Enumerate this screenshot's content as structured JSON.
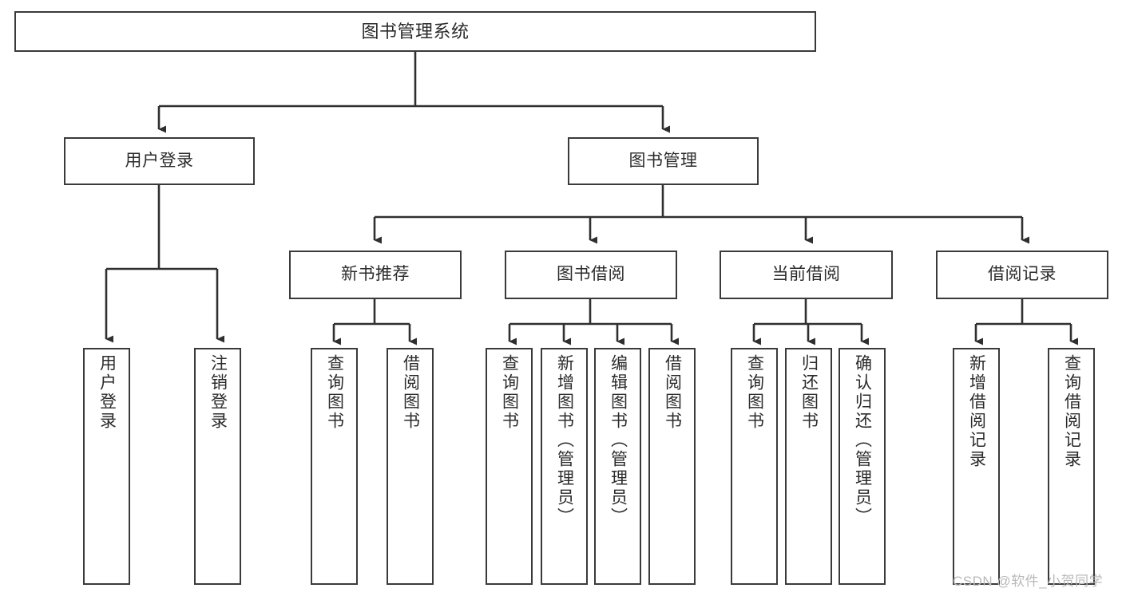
{
  "diagram": {
    "title": "图书管理系统",
    "type": "function-structure-tree",
    "colors": {
      "box_border": "#3a3a3a",
      "box_fill": "#ffffff",
      "text": "#2b2b2b",
      "edge": "#2f2f2f",
      "watermark": "#b9b9b9",
      "background": "#ffffff"
    },
    "root": {
      "label": "图书管理系统"
    },
    "branches": [
      {
        "label": "用户登录"
      },
      {
        "label": "图书管理"
      }
    ],
    "sub_branches": [
      {
        "label": "新书推荐"
      },
      {
        "label": "图书借阅"
      },
      {
        "label": "当前借阅"
      },
      {
        "label": "借阅记录"
      }
    ],
    "leaves": {
      "user_login": [
        {
          "label": "用户登录"
        },
        {
          "label": "注销登录"
        }
      ],
      "new_book_recommend": [
        {
          "label": "查询图书"
        },
        {
          "label": "借阅图书"
        }
      ],
      "book_borrow": [
        {
          "label": "查询图书"
        },
        {
          "label": "新增图书（管理员）"
        },
        {
          "label": "编辑图书（管理员）"
        },
        {
          "label": "借阅图书"
        }
      ],
      "current_borrow": [
        {
          "label": "查询图书"
        },
        {
          "label": "归还图书"
        },
        {
          "label": "确认归还（管理员）"
        }
      ],
      "borrow_record": [
        {
          "label": "新增借阅记录"
        },
        {
          "label": "查询借阅记录"
        }
      ]
    },
    "watermark": "CSDN @软件_小贺同学"
  }
}
